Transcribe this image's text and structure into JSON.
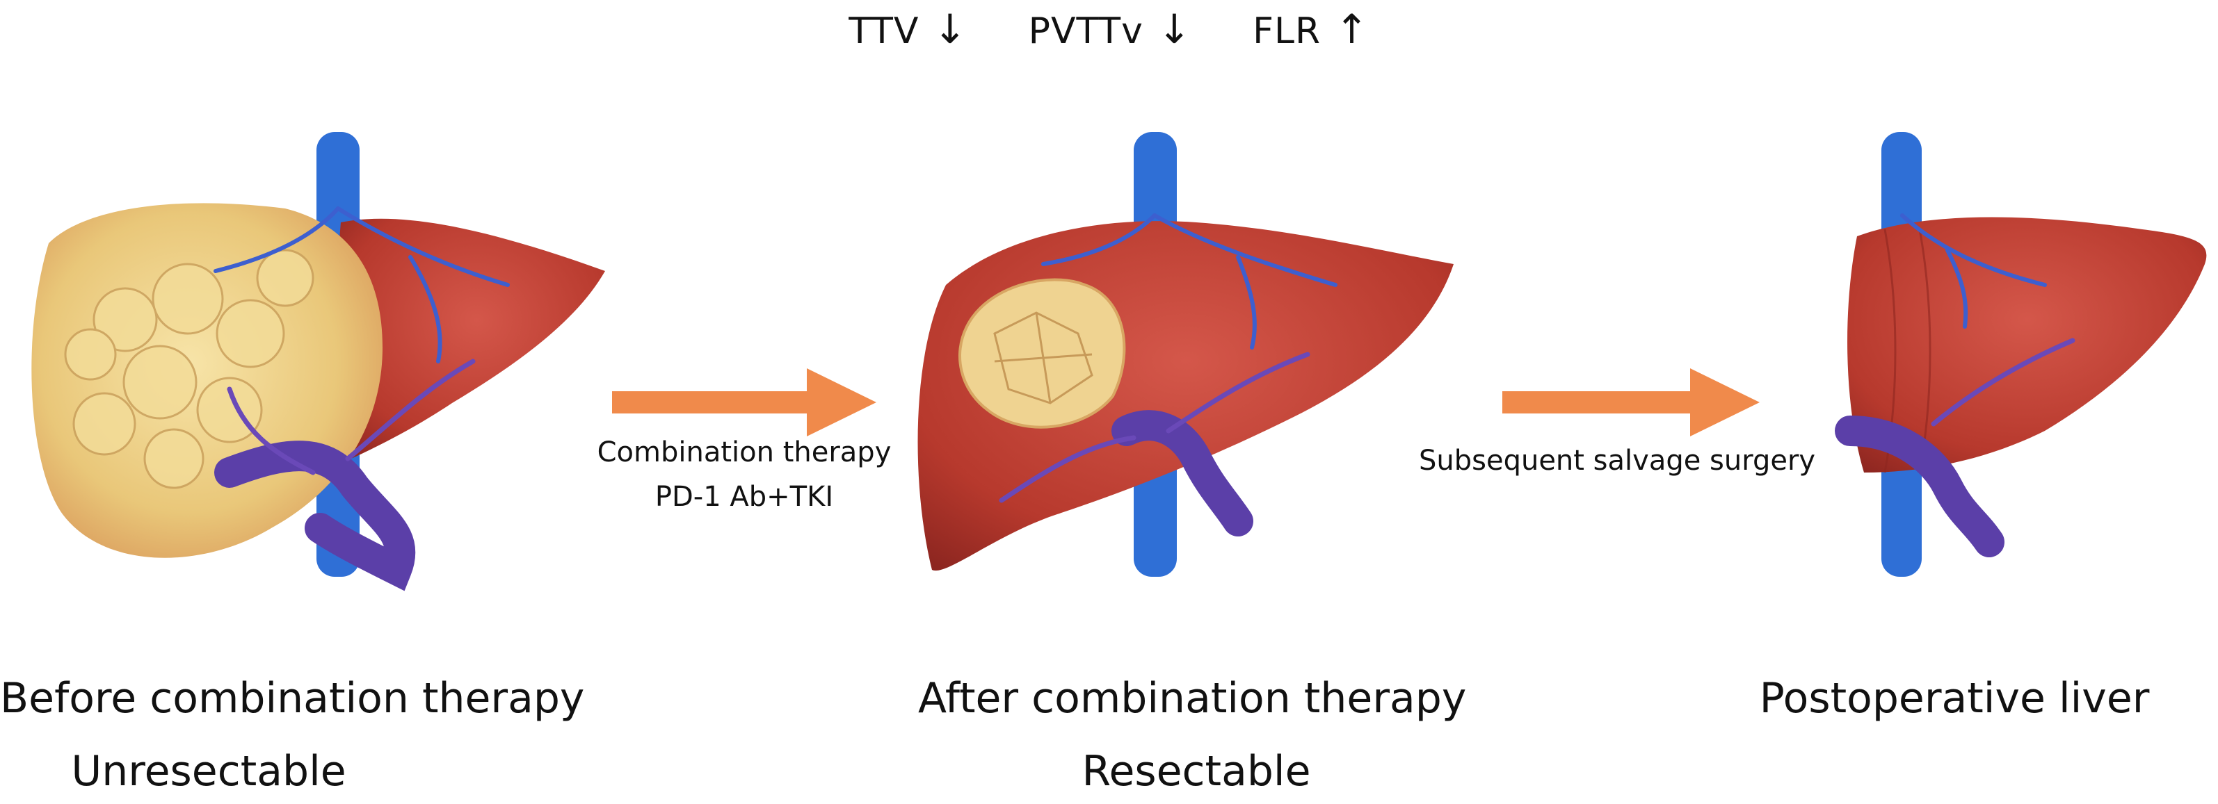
{
  "header": {
    "m1": "TTV",
    "a1": "↓",
    "m2": "PVTTv",
    "a2": "↓",
    "m3": "FLR",
    "a3": "↑"
  },
  "stage1": {
    "title": "Before combination therapy",
    "subtitle": "Unresectable"
  },
  "stage2": {
    "title": "After combination therapy",
    "subtitle": "Resectable"
  },
  "stage3": {
    "title": "Postoperative liver"
  },
  "arrow1": {
    "line1": "Combination therapy",
    "line2": "PD-1 Ab+TKI"
  },
  "arrow2": {
    "line1": "Subsequent salvage surgery"
  },
  "colors": {
    "liver": "#b7392d",
    "liver_dark": "#8d2620",
    "tumor": "#e9c779",
    "ivc": "#2f6fd6",
    "portal_vein": "#5b3fa8",
    "arrow": "#f08a4b"
  }
}
